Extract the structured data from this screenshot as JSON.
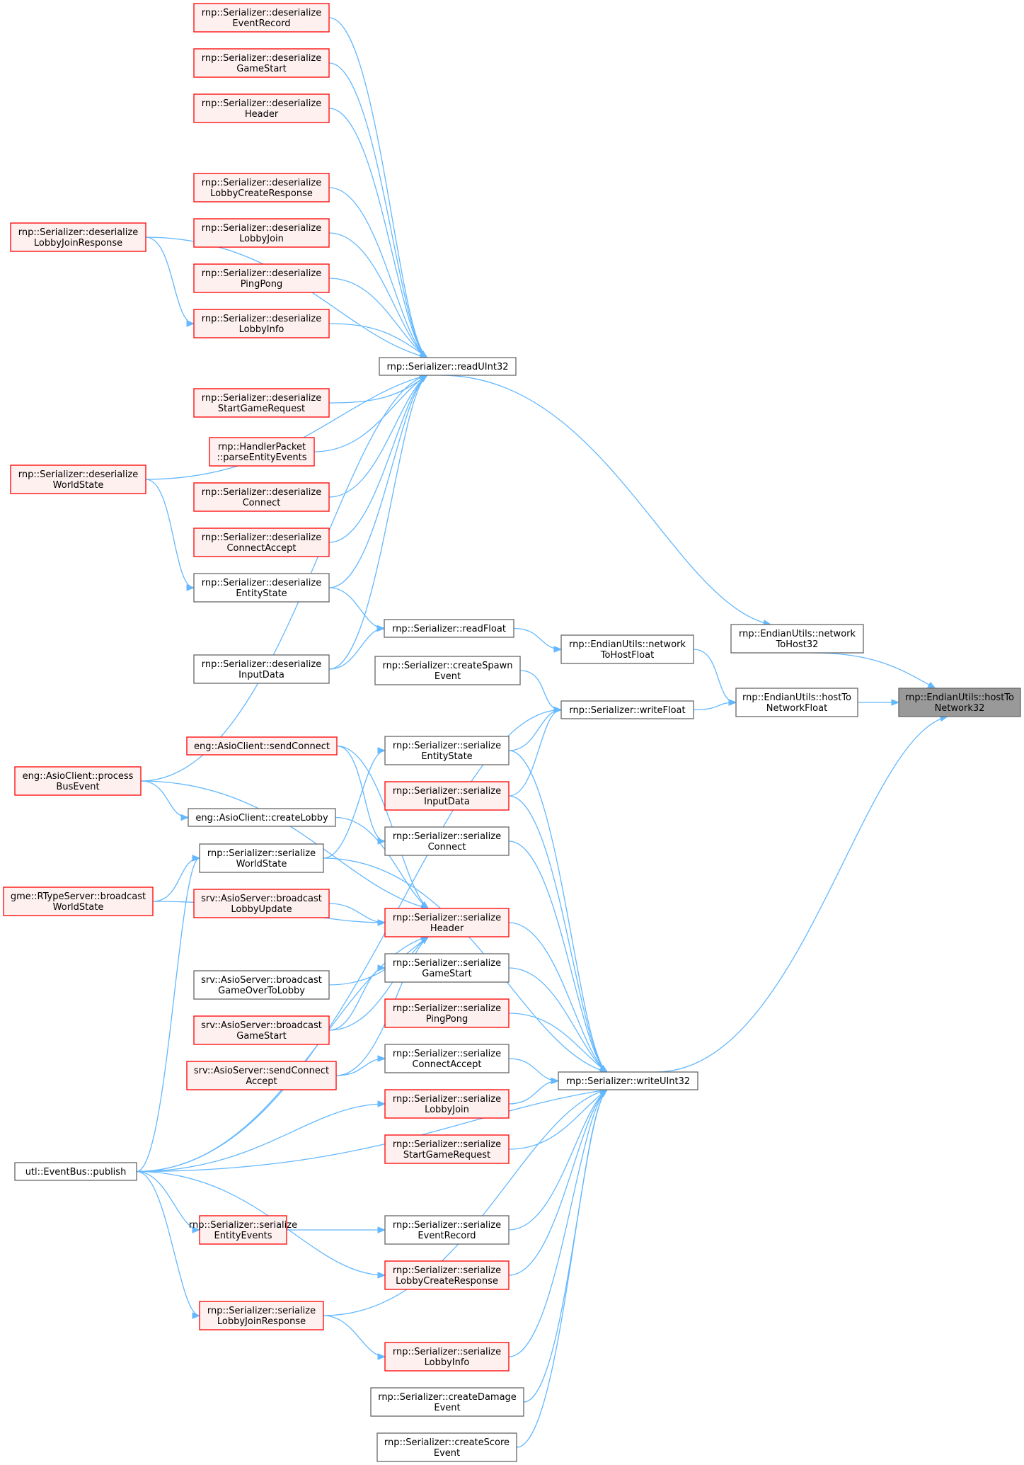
{
  "diagram": {
    "type": "call-graph",
    "direction": "right-to-left callers of target",
    "colors": {
      "edge": "#63b8ff",
      "target_fill": "#999999",
      "target_border": "#666666",
      "normal_fill": "#ffffff",
      "normal_border": "#666666",
      "truncated_fill": "#fff0f0",
      "truncated_border": "#ff0000"
    },
    "nodes": [
      {
        "id": "target",
        "lines": [
          "rnp::EndianUtils::hostTo",
          "Network32"
        ],
        "style": "target"
      },
      {
        "id": "n2h32",
        "lines": [
          "rnp::EndianUtils::network",
          "ToHost32"
        ],
        "style": "normal"
      },
      {
        "id": "h2nf",
        "lines": [
          "rnp::EndianUtils::hostTo",
          "NetworkFloat"
        ],
        "style": "normal"
      },
      {
        "id": "writeUInt32",
        "lines": [
          "rnp::Serializer::writeUInt32"
        ],
        "style": "normal"
      },
      {
        "id": "readUInt32",
        "lines": [
          "rnp::Serializer::readUInt32"
        ],
        "style": "normal"
      },
      {
        "id": "n2hf",
        "lines": [
          "rnp::EndianUtils::network",
          "ToHostFloat"
        ],
        "style": "normal"
      },
      {
        "id": "writeFloat",
        "lines": [
          "rnp::Serializer::writeFloat"
        ],
        "style": "normal"
      },
      {
        "id": "readFloat",
        "lines": [
          "rnp::Serializer::readFloat"
        ],
        "style": "normal"
      },
      {
        "id": "createSpawn",
        "lines": [
          "rnp::Serializer::createSpawn",
          "Event"
        ],
        "style": "normal"
      },
      {
        "id": "dEventRecord",
        "lines": [
          "rnp::Serializer::deserialize",
          "EventRecord"
        ],
        "style": "truncated"
      },
      {
        "id": "dGameStart",
        "lines": [
          "rnp::Serializer::deserialize",
          "GameStart"
        ],
        "style": "truncated"
      },
      {
        "id": "dHeader",
        "lines": [
          "rnp::Serializer::deserialize",
          "Header"
        ],
        "style": "truncated"
      },
      {
        "id": "dLobbyCreateResponse",
        "lines": [
          "rnp::Serializer::deserialize",
          "LobbyCreateResponse"
        ],
        "style": "truncated"
      },
      {
        "id": "dLobbyJoin",
        "lines": [
          "rnp::Serializer::deserialize",
          "LobbyJoin"
        ],
        "style": "truncated"
      },
      {
        "id": "dPingPong",
        "lines": [
          "rnp::Serializer::deserialize",
          "PingPong"
        ],
        "style": "truncated"
      },
      {
        "id": "dLobbyInfo",
        "lines": [
          "rnp::Serializer::deserialize",
          "LobbyInfo"
        ],
        "style": "truncated"
      },
      {
        "id": "dStartGameRequest",
        "lines": [
          "rnp::Serializer::deserialize",
          "StartGameRequest"
        ],
        "style": "truncated"
      },
      {
        "id": "parseEntityEvents",
        "lines": [
          "rnp::HandlerPacket",
          "::parseEntityEvents"
        ],
        "style": "truncated"
      },
      {
        "id": "dConnect",
        "lines": [
          "rnp::Serializer::deserialize",
          "Connect"
        ],
        "style": "truncated"
      },
      {
        "id": "dConnectAccept",
        "lines": [
          "rnp::Serializer::deserialize",
          "ConnectAccept"
        ],
        "style": "truncated"
      },
      {
        "id": "dEntityState",
        "lines": [
          "rnp::Serializer::deserialize",
          "EntityState"
        ],
        "style": "normal"
      },
      {
        "id": "dInputData",
        "lines": [
          "rnp::Serializer::deserialize",
          "InputData"
        ],
        "style": "normal"
      },
      {
        "id": "dLobbyJoinResponse",
        "lines": [
          "rnp::Serializer::deserialize",
          "LobbyJoinResponse"
        ],
        "style": "truncated"
      },
      {
        "id": "dWorldState",
        "lines": [
          "rnp::Serializer::deserialize",
          "WorldState"
        ],
        "style": "truncated"
      },
      {
        "id": "sEntityState",
        "lines": [
          "rnp::Serializer::serialize",
          "EntityState"
        ],
        "style": "normal"
      },
      {
        "id": "sInputData",
        "lines": [
          "rnp::Serializer::serialize",
          "InputData"
        ],
        "style": "truncated"
      },
      {
        "id": "sConnect",
        "lines": [
          "rnp::Serializer::serialize",
          "Connect"
        ],
        "style": "normal"
      },
      {
        "id": "sHeader",
        "lines": [
          "rnp::Serializer::serialize",
          "Header"
        ],
        "style": "truncated"
      },
      {
        "id": "sGameStart",
        "lines": [
          "rnp::Serializer::serialize",
          "GameStart"
        ],
        "style": "normal"
      },
      {
        "id": "sPingPong",
        "lines": [
          "rnp::Serializer::serialize",
          "PingPong"
        ],
        "style": "truncated"
      },
      {
        "id": "sConnectAccept",
        "lines": [
          "rnp::Serializer::serialize",
          "ConnectAccept"
        ],
        "style": "normal"
      },
      {
        "id": "sLobbyJoin",
        "lines": [
          "rnp::Serializer::serialize",
          "LobbyJoin"
        ],
        "style": "truncated"
      },
      {
        "id": "sStartGameRequest",
        "lines": [
          "rnp::Serializer::serialize",
          "StartGameRequest"
        ],
        "style": "truncated"
      },
      {
        "id": "sEventRecord",
        "lines": [
          "rnp::Serializer::serialize",
          "EventRecord"
        ],
        "style": "normal"
      },
      {
        "id": "sLobbyCreateResponse",
        "lines": [
          "rnp::Serializer::serialize",
          "LobbyCreateResponse"
        ],
        "style": "truncated"
      },
      {
        "id": "sLobbyInfo",
        "lines": [
          "rnp::Serializer::serialize",
          "LobbyInfo"
        ],
        "style": "truncated"
      },
      {
        "id": "createDamage",
        "lines": [
          "rnp::Serializer::createDamage",
          "Event"
        ],
        "style": "normal"
      },
      {
        "id": "createScore",
        "lines": [
          "rnp::Serializer::createScore",
          "Event"
        ],
        "style": "normal"
      },
      {
        "id": "sendConnect",
        "lines": [
          "eng::AsioClient::sendConnect"
        ],
        "style": "truncated"
      },
      {
        "id": "createLobby",
        "lines": [
          "eng::AsioClient::createLobby"
        ],
        "style": "normal"
      },
      {
        "id": "sWorldState",
        "lines": [
          "rnp::Serializer::serialize",
          "WorldState"
        ],
        "style": "normal"
      },
      {
        "id": "bLobbyUpdate",
        "lines": [
          "srv::AsioServer::broadcast",
          "LobbyUpdate"
        ],
        "style": "truncated"
      },
      {
        "id": "bGameOverToLobby",
        "lines": [
          "srv::AsioServer::broadcast",
          "GameOverToLobby"
        ],
        "style": "normal"
      },
      {
        "id": "bGameStart",
        "lines": [
          "srv::AsioServer::broadcast",
          "GameStart"
        ],
        "style": "truncated"
      },
      {
        "id": "sendConnectAccept",
        "lines": [
          "srv::AsioServer::sendConnect",
          "Accept"
        ],
        "style": "truncated"
      },
      {
        "id": "sEntityEvents",
        "lines": [
          "rnp::Serializer::serialize",
          "EntityEvents"
        ],
        "style": "truncated"
      },
      {
        "id": "sLobbyJoinResponse",
        "lines": [
          "rnp::Serializer::serialize",
          "LobbyJoinResponse"
        ],
        "style": "truncated"
      },
      {
        "id": "processBusEvent",
        "lines": [
          "eng::AsioClient::process",
          "BusEvent"
        ],
        "style": "truncated"
      },
      {
        "id": "bWorldState",
        "lines": [
          "gme::RTypeServer::broadcast",
          "WorldState"
        ],
        "style": "truncated"
      },
      {
        "id": "publish",
        "lines": [
          "utl::EventBus::publish"
        ],
        "style": "normal"
      }
    ],
    "edges": [
      [
        "n2h32",
        "target"
      ],
      [
        "h2nf",
        "target"
      ],
      [
        "writeUInt32",
        "target"
      ],
      [
        "readUInt32",
        "n2h32"
      ],
      [
        "n2hf",
        "h2nf"
      ],
      [
        "writeFloat",
        "h2nf"
      ],
      [
        "readFloat",
        "n2hf"
      ],
      [
        "dEventRecord",
        "readUInt32"
      ],
      [
        "dGameStart",
        "readUInt32"
      ],
      [
        "dHeader",
        "readUInt32"
      ],
      [
        "dLobbyCreateResponse",
        "readUInt32"
      ],
      [
        "dLobbyJoin",
        "readUInt32"
      ],
      [
        "dPingPong",
        "readUInt32"
      ],
      [
        "dLobbyInfo",
        "readUInt32"
      ],
      [
        "dStartGameRequest",
        "readUInt32"
      ],
      [
        "parseEntityEvents",
        "readUInt32"
      ],
      [
        "dConnect",
        "readUInt32"
      ],
      [
        "dConnectAccept",
        "readUInt32"
      ],
      [
        "dEntityState",
        "readUInt32"
      ],
      [
        "dInputData",
        "readUInt32"
      ],
      [
        "dLobbyJoinResponse",
        "readUInt32"
      ],
      [
        "dWorldState",
        "readUInt32"
      ],
      [
        "processBusEvent",
        "readUInt32"
      ],
      [
        "dLobbyJoinResponse",
        "dLobbyInfo"
      ],
      [
        "dWorldState",
        "dEntityState"
      ],
      [
        "dEntityState",
        "readFloat"
      ],
      [
        "dInputData",
        "readFloat"
      ],
      [
        "createSpawn",
        "writeFloat"
      ],
      [
        "sEntityState",
        "writeFloat"
      ],
      [
        "sInputData",
        "writeFloat"
      ],
      [
        "publish",
        "writeFloat"
      ],
      [
        "sEntityState",
        "writeUInt32"
      ],
      [
        "sInputData",
        "writeUInt32"
      ],
      [
        "sConnect",
        "writeUInt32"
      ],
      [
        "sWorldState",
        "writeUInt32"
      ],
      [
        "sHeader",
        "writeUInt32"
      ],
      [
        "sGameStart",
        "writeUInt32"
      ],
      [
        "sPingPong",
        "writeUInt32"
      ],
      [
        "sConnectAccept",
        "writeUInt32"
      ],
      [
        "sLobbyJoin",
        "writeUInt32"
      ],
      [
        "sStartGameRequest",
        "writeUInt32"
      ],
      [
        "publish",
        "writeUInt32"
      ],
      [
        "sEventRecord",
        "writeUInt32"
      ],
      [
        "sLobbyCreateResponse",
        "writeUInt32"
      ],
      [
        "sLobbyJoinResponse",
        "writeUInt32"
      ],
      [
        "sLobbyInfo",
        "writeUInt32"
      ],
      [
        "createDamage",
        "writeUInt32"
      ],
      [
        "createScore",
        "writeUInt32"
      ],
      [
        "sWorldState",
        "sEntityState"
      ],
      [
        "sendConnect",
        "sConnect"
      ],
      [
        "sendConnect",
        "sHeader"
      ],
      [
        "processBusEvent",
        "sHeader"
      ],
      [
        "processBusEvent",
        "createLobby"
      ],
      [
        "createLobby",
        "sHeader"
      ],
      [
        "bLobbyUpdate",
        "sHeader"
      ],
      [
        "bWorldState",
        "sHeader"
      ],
      [
        "bWorldState",
        "sWorldState"
      ],
      [
        "bGameOverToLobby",
        "sHeader"
      ],
      [
        "bGameStart",
        "sHeader"
      ],
      [
        "bGameStart",
        "sGameStart"
      ],
      [
        "sendConnectAccept",
        "sHeader"
      ],
      [
        "sendConnectAccept",
        "sConnectAccept"
      ],
      [
        "publish",
        "sHeader"
      ],
      [
        "publish",
        "sWorldState"
      ],
      [
        "publish",
        "sLobbyJoin"
      ],
      [
        "publish",
        "sEntityEvents"
      ],
      [
        "publish",
        "sLobbyCreateResponse"
      ],
      [
        "publish",
        "sLobbyJoinResponse"
      ],
      [
        "sEntityEvents",
        "sEventRecord"
      ],
      [
        "sLobbyJoinResponse",
        "sLobbyInfo"
      ]
    ]
  }
}
